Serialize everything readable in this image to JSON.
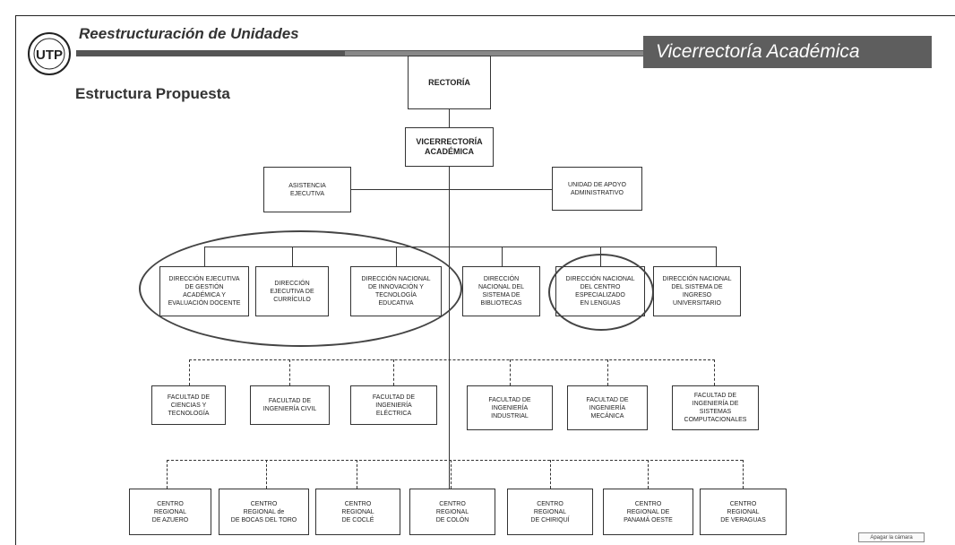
{
  "header": {
    "title": "Reestructuración de Unidades",
    "banner": "Vicerrectoría Académica",
    "subtitle": "Estructura Propuesta"
  },
  "logo": {
    "icon": "university-seal-icon",
    "text": "UTP"
  },
  "org": {
    "rectoria": "RECTORÍA",
    "vicerrectoria": "VICERRECTORÍA\nACADÉMICA",
    "staff_left": "ASISTENCIA\nEJECUTIVA",
    "staff_right": "UNIDAD DE APOYO\nADMINISTRATIVO",
    "direcciones": [
      "DIRECCIÓN EJECUTIVA\nDE GESTIÓN\nACADÉMICA Y\nEVALUACIÓN DOCENTE",
      "DIRECCIÓN\nEJECUTIVA DE\nCURRÍCULO",
      "DIRECCIÓN NACIONAL\nDE INNOVACIÓN Y\nTECNOLOGÍA\nEDUCATIVA",
      "DIRECCIÓN\nNACIONAL DEL\nSISTEMA DE\nBIBLIOTECAS",
      "DIRECCIÓN NACIONAL\nDEL CENTRO\nESPECIALIZADO\nEN LENGUAS",
      "DIRECCIÓN NACIONAL\nDEL SISTEMA DE\nINGRESO\nUNIVERSITARIO"
    ],
    "facultades": [
      "FACULTAD DE\nCIENCIAS Y\nTECNOLOGÍA",
      "FACULTAD DE\nINGENIERÍA CIVIL",
      "FACULTAD DE\nINGENIERÍA\nELÉCTRICA",
      "FACULTAD DE\nINGENIERÍA\nINDUSTRIAL",
      "FACULTAD DE\nINGENIERÍA\nMECÁNICA",
      "FACULTAD DE\nINGENIERÍA DE\nSISTEMAS\nCOMPUTACIONALES"
    ],
    "centros": [
      "CENTRO\nREGIONAL\nDE AZUERO",
      "CENTRO\nREGIONAL de\nDE BOCAS DEL TORO",
      "CENTRO\nREGIONAL\nDE COCLÉ",
      "CENTRO\nREGIONAL\nDE COLÓN",
      "CENTRO\nREGIONAL\nDE CHIRIQUÍ",
      "CENTRO\nREGIONAL DE\nPANAMÁ OESTE",
      "CENTRO\nREGIONAL\nDE VERAGUAS"
    ]
  },
  "camera_button": "Apagar la cámara"
}
